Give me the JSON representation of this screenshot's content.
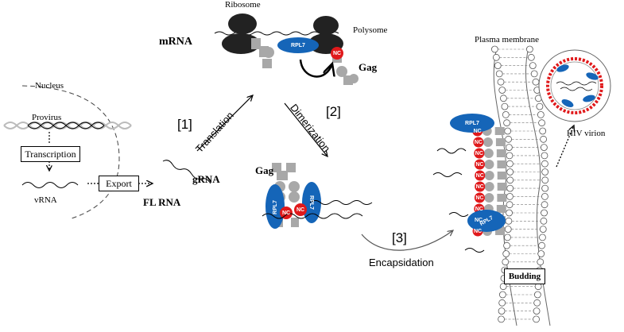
{
  "labels": {
    "ribosome": "Ribosome",
    "polysome": "Polysome",
    "mrna": "mRNA",
    "nucleus": "Nucleus",
    "provirus": "Provirus",
    "transcription": "Transcription",
    "vrna": "vRNA",
    "export": "Export",
    "fl_rna": "FL RNA",
    "grna": "gRNA",
    "step1": "[1]",
    "translation": "Translation",
    "step2": "[2]",
    "dimerization": "Dimerization",
    "gag_top": "Gag",
    "gag_mid": "Gag",
    "step3": "[3]",
    "encapsidation": "Encapsidation",
    "plasma_membrane": "Plasma membrane",
    "hiv_virion": "HIV virion",
    "budding": "Budding",
    "rpl7": "RPL7",
    "nc": "NC"
  },
  "colors": {
    "rpl7_blue": "#1565b8",
    "nc_red": "#e0191b",
    "gag_gray": "#a8a8a8",
    "ribosome_dark": "#222222",
    "membrane_red": "#e0191b"
  }
}
